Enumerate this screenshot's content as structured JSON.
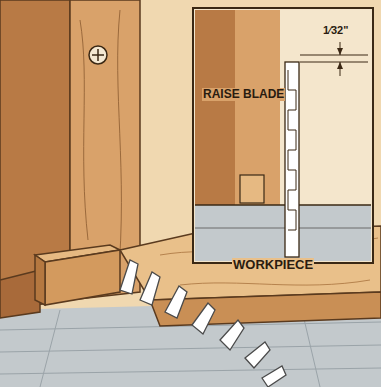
{
  "diagram": {
    "labels": [
      "RAISE BLADE",
      "1⁄32\"",
      "WORKPIECE"
    ]
  }
}
